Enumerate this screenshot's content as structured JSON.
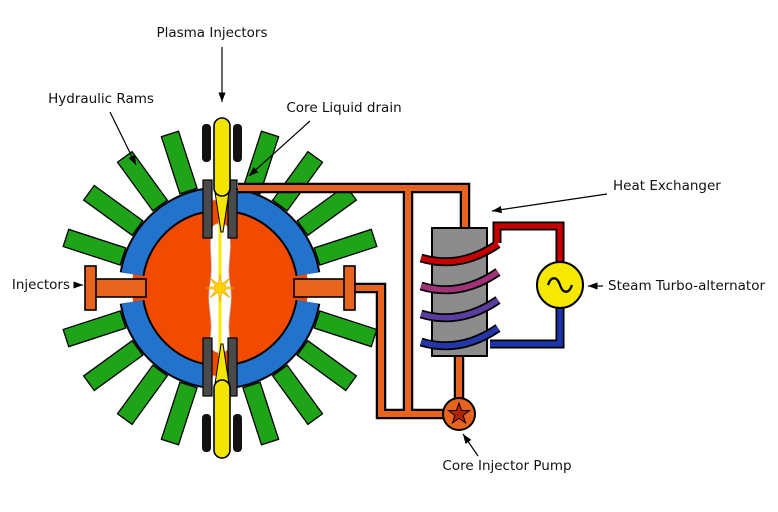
{
  "diagram": {
    "labels": {
      "plasma_injectors": "Plasma Injectors",
      "hydraulic_rams": "Hydraulic Rams",
      "core_liquid_drain": "Core Liquid drain",
      "injectors": "Injectors",
      "heat_exchanger": "Heat Exchanger",
      "steam_turbo_alternator": "Steam Turbo-alternator",
      "core_injector_pump": "Core Injector Pump"
    },
    "colors": {
      "ram_green": "#1fa318",
      "ring_blue": "#2373cc",
      "core_orange": "#f04b00",
      "injector_yellow": "#f2e500",
      "pipe_orange": "#e8641e",
      "exchanger_gray": "#8c8c8c",
      "coil_red": "#c40000",
      "coil_red_purple": "#a03377",
      "coil_purple": "#5a3d9e",
      "coil_blue": "#2437aa",
      "hot_pipe_red": "#c40000",
      "cold_pipe_blue": "#1c35ad",
      "alternator_yellow": "#f7e800",
      "pump_orange": "#e8641e",
      "pump_rotor_red": "#b02400"
    }
  }
}
